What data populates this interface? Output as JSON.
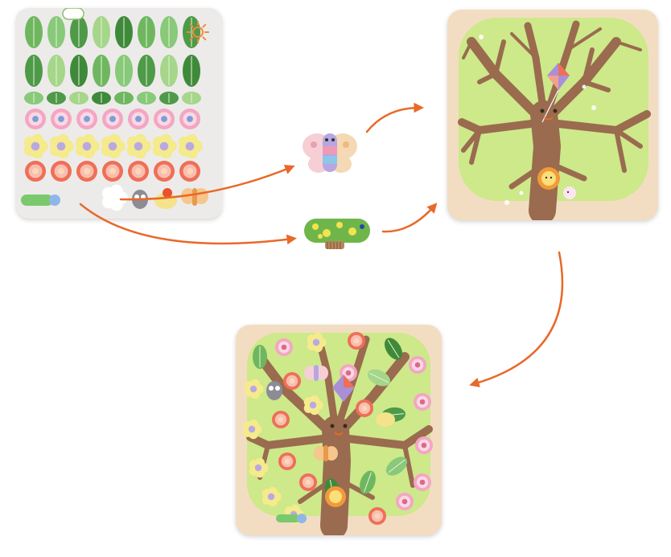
{
  "scene": {
    "colors": {
      "background": "#ffffff",
      "board": "#f3ddc2",
      "sticker_sheet": "#ecebea",
      "canopy": "#cde98a",
      "trunk": "#9a6b4f",
      "arrow": "#e8692a",
      "leaf_dark": "#3f8a3a",
      "leaf_light": "#7cc86c",
      "flower_pink": "#f3a6c3",
      "flower_yellow": "#f5ea8c",
      "flower_red": "#ef6f55"
    },
    "panels": [
      {
        "role": "sticker-sheet",
        "contents": [
          "leaf",
          "flower",
          "butterfly",
          "caterpillar",
          "bird",
          "owl",
          "sun"
        ]
      },
      {
        "role": "blank-tree-board",
        "contents": [
          "tree",
          "kite",
          "flower-face"
        ]
      },
      {
        "role": "finished-tree-board",
        "contents": [
          "tree",
          "leaf",
          "flower",
          "butterfly",
          "caterpillar",
          "owl",
          "bird",
          "kite"
        ]
      }
    ],
    "callouts": [
      "butterfly-sticker",
      "caterpillar-sticker"
    ],
    "arrows": [
      "sticker-sheet-to-butterfly",
      "sticker-sheet-to-caterpillar",
      "butterfly-to-tree-board",
      "caterpillar-to-tree-board",
      "tree-board-to-finished-board"
    ],
    "icons": [
      "sun-icon",
      "butterfly-icon",
      "caterpillar-icon",
      "owl-icon",
      "bird-icon",
      "kite-icon",
      "flower-icon",
      "leaf-icon"
    ]
  }
}
